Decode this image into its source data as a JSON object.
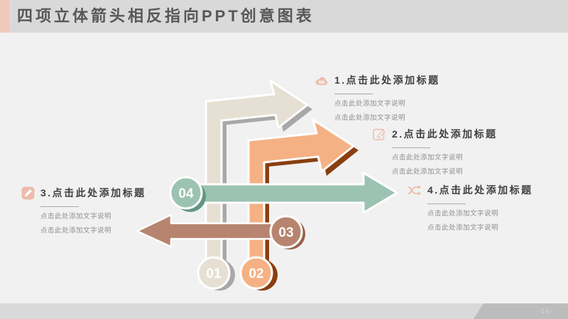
{
  "slide_title": "四项立体箭头相反指向PPT创意图表",
  "page_number": "-16-",
  "colors": {
    "accent_stripe": "#EFC8BA",
    "header_bg": "#D9D9D9",
    "content_bg": "#F1F1F1",
    "footer_left": "#D9D9D9",
    "footer_right": "#BCBCBC",
    "slide_title_text": "#57575A",
    "item_title_text": "#3F3F3F",
    "item_desc_text": "#8E8E8E",
    "icon_pink": "#EDBCAB",
    "arrow_beige": "#E5E0D3",
    "arrow_beige_shadow": "#A8A8A6",
    "arrow_orange": "#F5B183",
    "arrow_orange_shadow": "#8A3E10",
    "arrow_mauve": "#B7846F",
    "arrow_mauve_shadow": "#96604C",
    "arrow_teal": "#9CC2B1",
    "arrow_teal_shadow": "#639484"
  },
  "items": [
    {
      "badge": "01",
      "icon": "cloud-infinity-icon",
      "title": "1.点击此处添加标题",
      "desc1": "点击此处添加文字说明",
      "desc2": "点击此处添加文字说明"
    },
    {
      "badge": "02",
      "icon": "edit-note-icon",
      "title": "2.点击此处添加标题",
      "desc1": "点击此处添加文字说明",
      "desc2": "点击此处添加文字说明"
    },
    {
      "badge": "03",
      "icon": "pencil-square-icon",
      "title": "3.点击此处添加标题",
      "desc1": "点击此处添加文字说明",
      "desc2": "点击此处添加文字说明"
    },
    {
      "badge": "04",
      "icon": "shuffle-icon",
      "title": "4.点击此处添加标题",
      "desc1": "点击此处添加文字说明",
      "desc2": "点击此处添加文字说明"
    }
  ]
}
